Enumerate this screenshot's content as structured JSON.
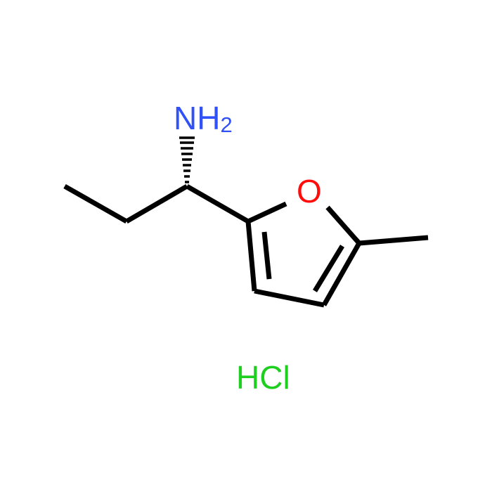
{
  "structure": {
    "amine_label": "NH",
    "amine_subscript": "2",
    "oxygen_label": "O",
    "salt_label": "HCl"
  },
  "colors": {
    "bond": "#000000",
    "nitrogen": "#3050F8",
    "oxygen": "#FF0D0D",
    "chlorine_salt": "#1FCF1F"
  }
}
